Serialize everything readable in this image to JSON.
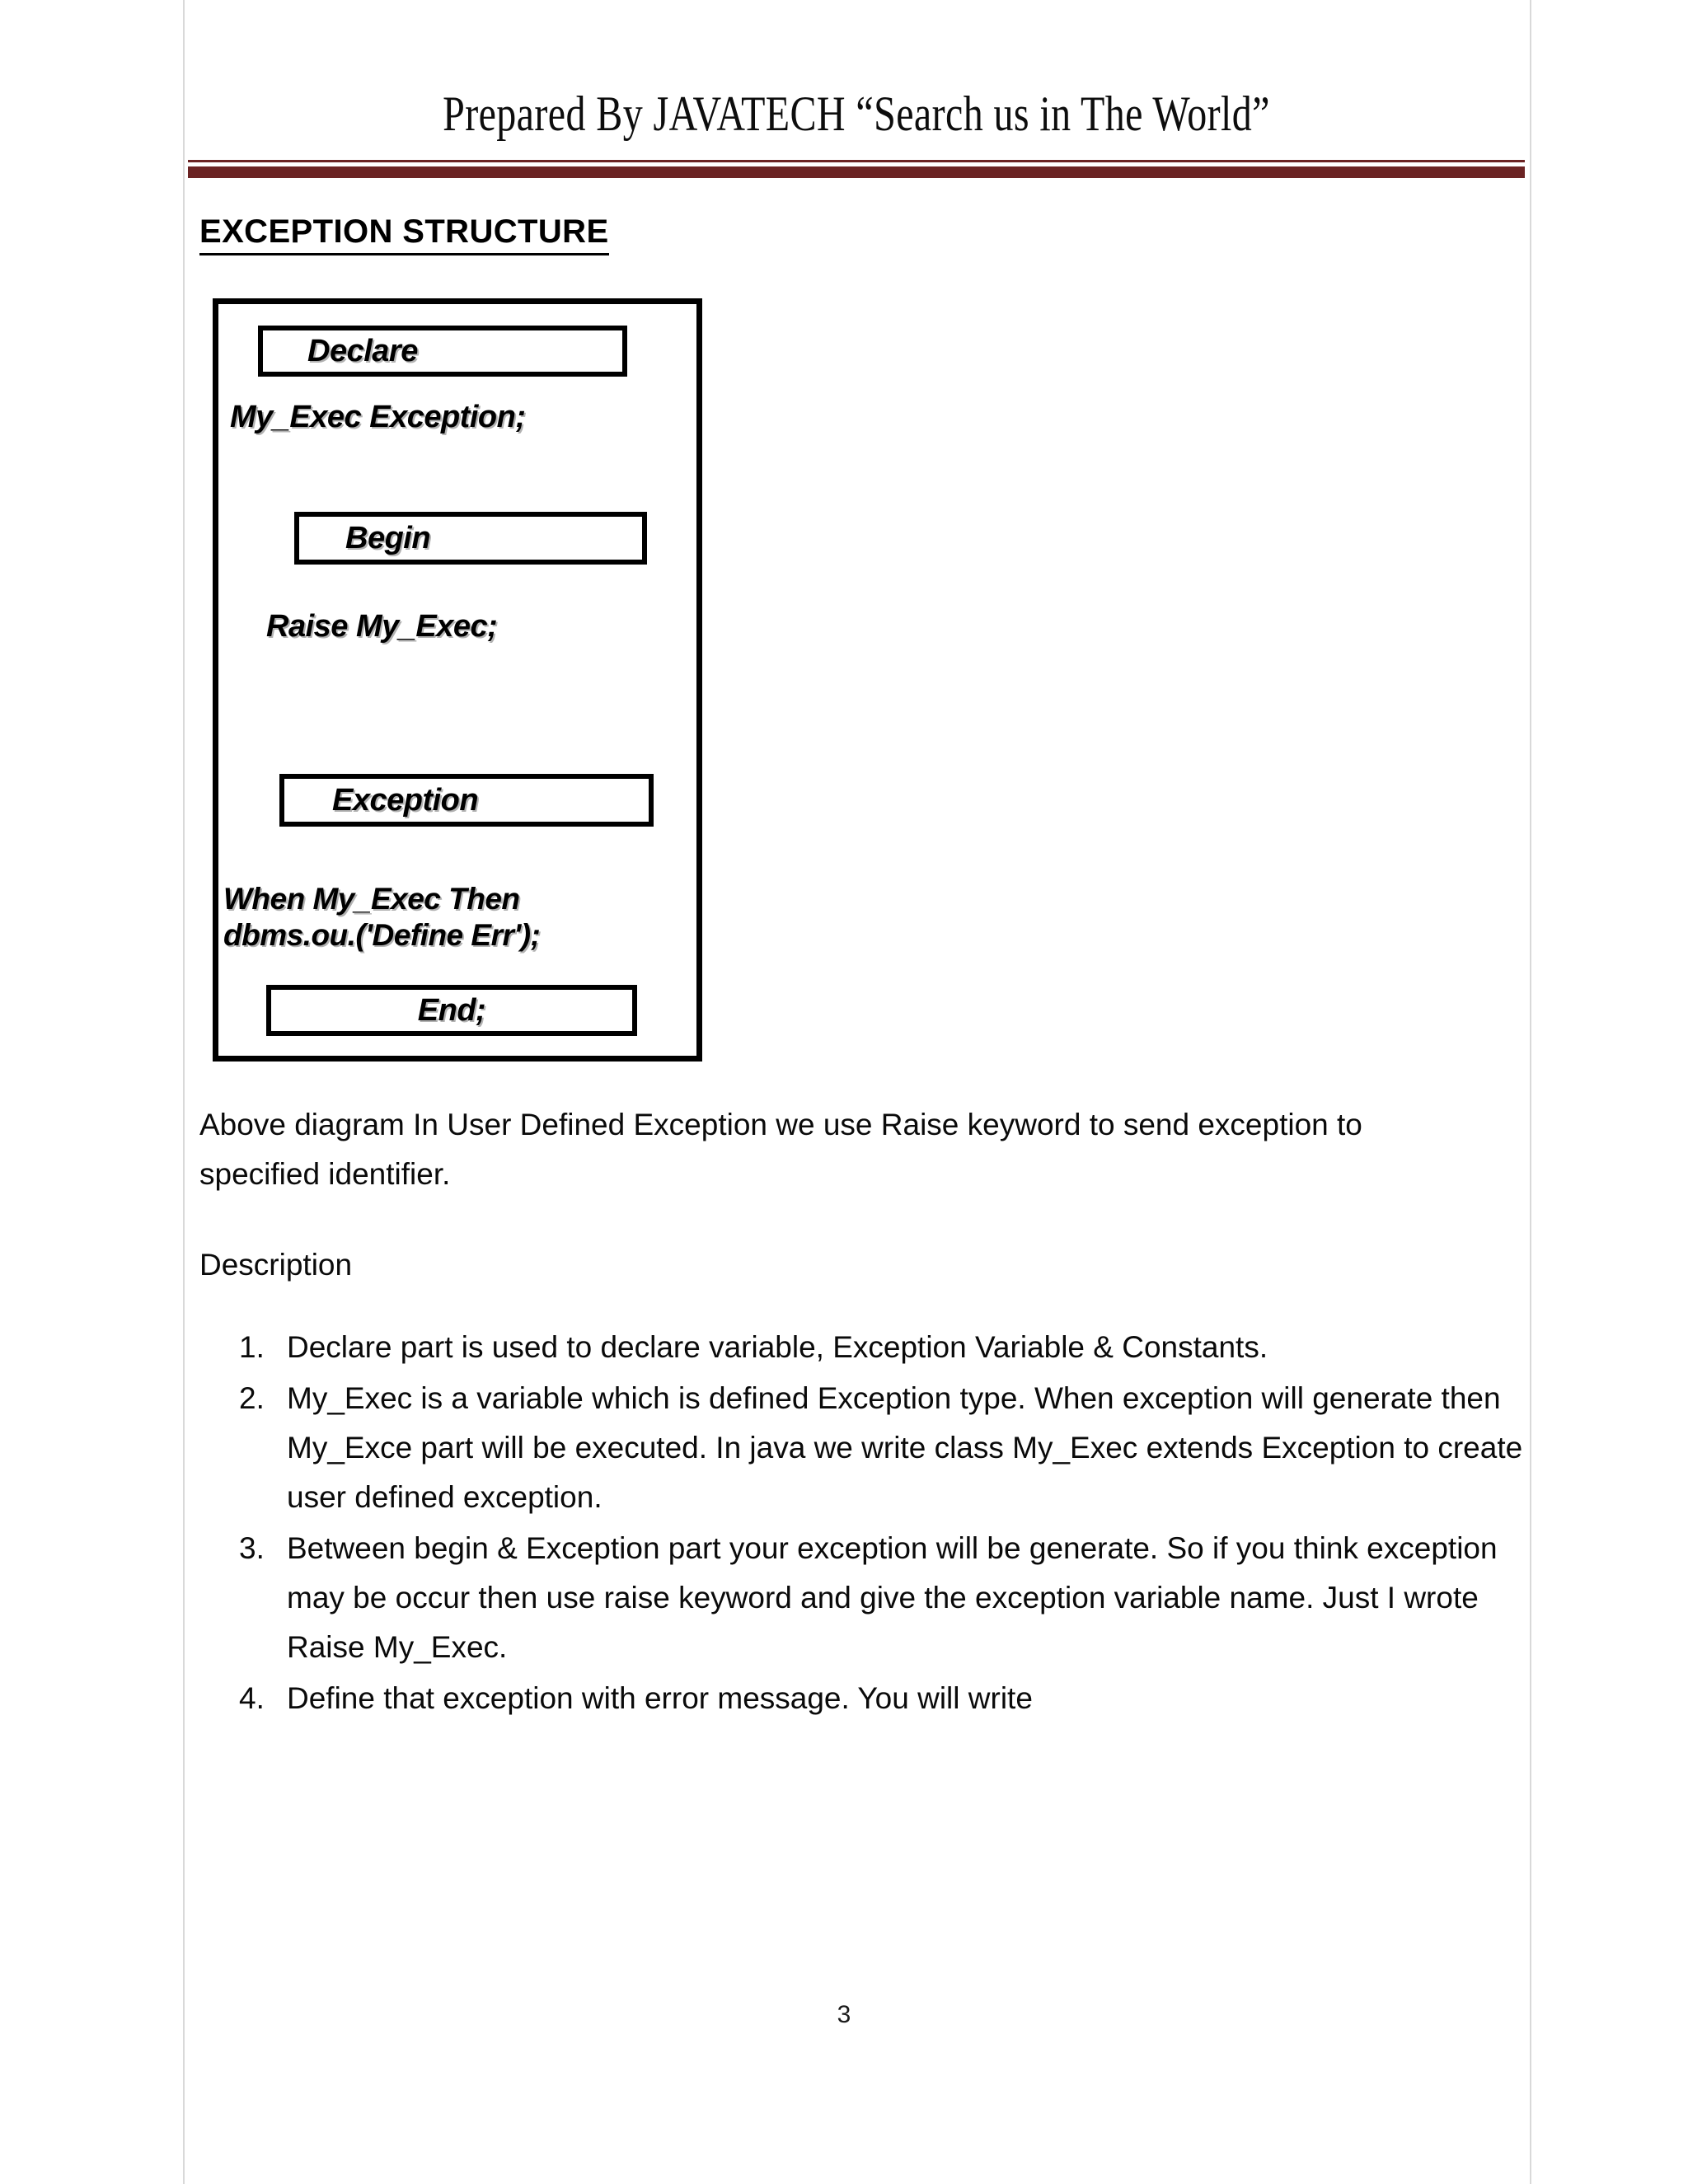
{
  "header": {
    "title": "Prepared By JAVATECH “Search us in The World”",
    "rule_color": "#6B2323"
  },
  "section": {
    "heading": "EXCEPTION STRUCTURE"
  },
  "diagram": {
    "name": "exception-structure-diagram",
    "blocks": [
      {
        "id": "declare",
        "label": "Declare",
        "boxed": true
      },
      {
        "id": "declare-body",
        "label": "My_Exec Exception;",
        "boxed": false
      },
      {
        "id": "begin",
        "label": "Begin",
        "boxed": true
      },
      {
        "id": "raise",
        "label": "Raise My_Exec;",
        "boxed": false
      },
      {
        "id": "exception",
        "label": "Exception",
        "boxed": true
      },
      {
        "id": "handler-line1",
        "label": "When My_Exec Then",
        "boxed": false
      },
      {
        "id": "handler-line2",
        "label": "dbms.ou.('Define Err');",
        "boxed": false
      },
      {
        "id": "end",
        "label": "End;",
        "boxed": true
      }
    ]
  },
  "body": {
    "intro_paragraph": "Above diagram In User Defined Exception we use  Raise keyword to send exception to specified identifier.",
    "description_label": "Description",
    "description_items": [
      "Declare part is used to declare variable, Exception Variable & Constants.",
      "My_Exec is a variable which is defined Exception type. When exception will generate then My_Exce part will be executed. In java we write class My_Exec extends Exception to create user defined exception.",
      "Between begin & Exception part your exception will be generate. So if you think exception may be occur then use raise keyword and give the exception variable name. Just I wrote Raise My_Exec.",
      "Define that exception with error message. You will write"
    ]
  },
  "footer": {
    "page_number": "3"
  }
}
